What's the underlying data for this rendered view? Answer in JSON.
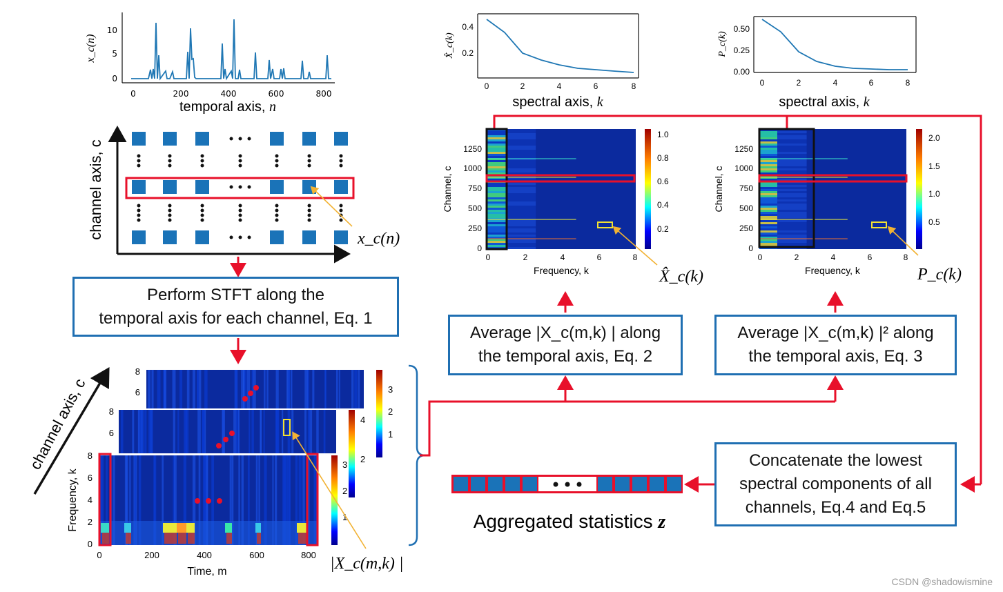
{
  "top_signal": {
    "ylabel": "x_c(n)",
    "yticks": [
      "10",
      "5",
      "0"
    ],
    "xticks": [
      "0",
      "200",
      "400",
      "600",
      "800"
    ],
    "xlabel_text": "temporal axis, ",
    "xlabel_var": "n"
  },
  "channel_grid": {
    "ylabel": "channel axis, c",
    "signal_label": "x_c(n)"
  },
  "stft_box": {
    "line1": "Perform STFT along the",
    "line2": "temporal axis for each channel, Eq. 1"
  },
  "spectrogram_stack": {
    "channel_label": "channel axis, c",
    "ylabel": "Frequency, k",
    "xlabel": "Time, m",
    "front_yticks": [
      "8",
      "6",
      "4",
      "2",
      "0"
    ],
    "front_xticks": [
      "0",
      "200",
      "400",
      "600",
      "800"
    ],
    "front_cbar_ticks": [
      "3",
      "2",
      "1"
    ],
    "mid_yticks": [
      "8",
      "6"
    ],
    "mid_cbar_ticks": [
      "4",
      "2"
    ],
    "back_yticks": [
      "8",
      "6"
    ],
    "back_cbar_ticks": [
      "3",
      "2",
      "1"
    ],
    "magnitude_label": "|X_c(m,k) |"
  },
  "xhat_plot": {
    "ylabel": "X̂_c(k)",
    "yticks": [
      "0.4",
      "0.2"
    ],
    "xticks": [
      "0",
      "2",
      "4",
      "6",
      "8"
    ],
    "xlabel_text": "spectral axis, ",
    "xlabel_var": "k"
  },
  "pc_plot": {
    "ylabel": "P_c(k)",
    "yticks": [
      "0.50",
      "0.25",
      "0.00"
    ],
    "xticks": [
      "0",
      "2",
      "4",
      "6",
      "8"
    ],
    "xlabel_text": "spectral axis, ",
    "xlabel_var": "k"
  },
  "xhat_heatmap": {
    "ylabel": "Channel, c",
    "yticks": [
      "1250",
      "1000",
      "750",
      "500",
      "250",
      "0"
    ],
    "xticks": [
      "0",
      "2",
      "4",
      "6",
      "8"
    ],
    "xlabel": "Frequency, k",
    "cbar_ticks": [
      "1.0",
      "0.8",
      "0.6",
      "0.4",
      "0.2"
    ],
    "pointer_label": "X̂_c(k)"
  },
  "pc_heatmap": {
    "ylabel": "Channel, c",
    "yticks": [
      "1250",
      "1000",
      "750",
      "500",
      "250",
      "0"
    ],
    "xticks": [
      "0",
      "2",
      "4",
      "6",
      "8"
    ],
    "xlabel": "Frequency, k",
    "cbar_ticks": [
      "2.0",
      "1.5",
      "1.0",
      "0.5"
    ],
    "pointer_label": "P_c(k)"
  },
  "avg_mag_box": {
    "line1": "Average |X_c(m,k) | along",
    "line2": "the temporal axis, Eq. 2"
  },
  "avg_pow_box": {
    "line1": "Average |X_c(m,k) |² along",
    "line2": "the temporal axis, Eq. 3"
  },
  "concat_box": {
    "line1": "Concatenate the lowest",
    "line2": "spectral components of all",
    "line3": "channels, Eq.4 and Eq.5"
  },
  "aggregated": {
    "label_text": "Aggregated statistics ",
    "label_var": "z"
  },
  "watermark": "CSDN @shadowismine",
  "colors": {
    "arrow_red": "#e8102a",
    "box_blue": "#1f6fb2",
    "square_blue": "#1a73b8",
    "plot_line": "#1f77b4",
    "pointer_orange": "#f2b233",
    "heatmap_bg": "#0b2a9e"
  }
}
